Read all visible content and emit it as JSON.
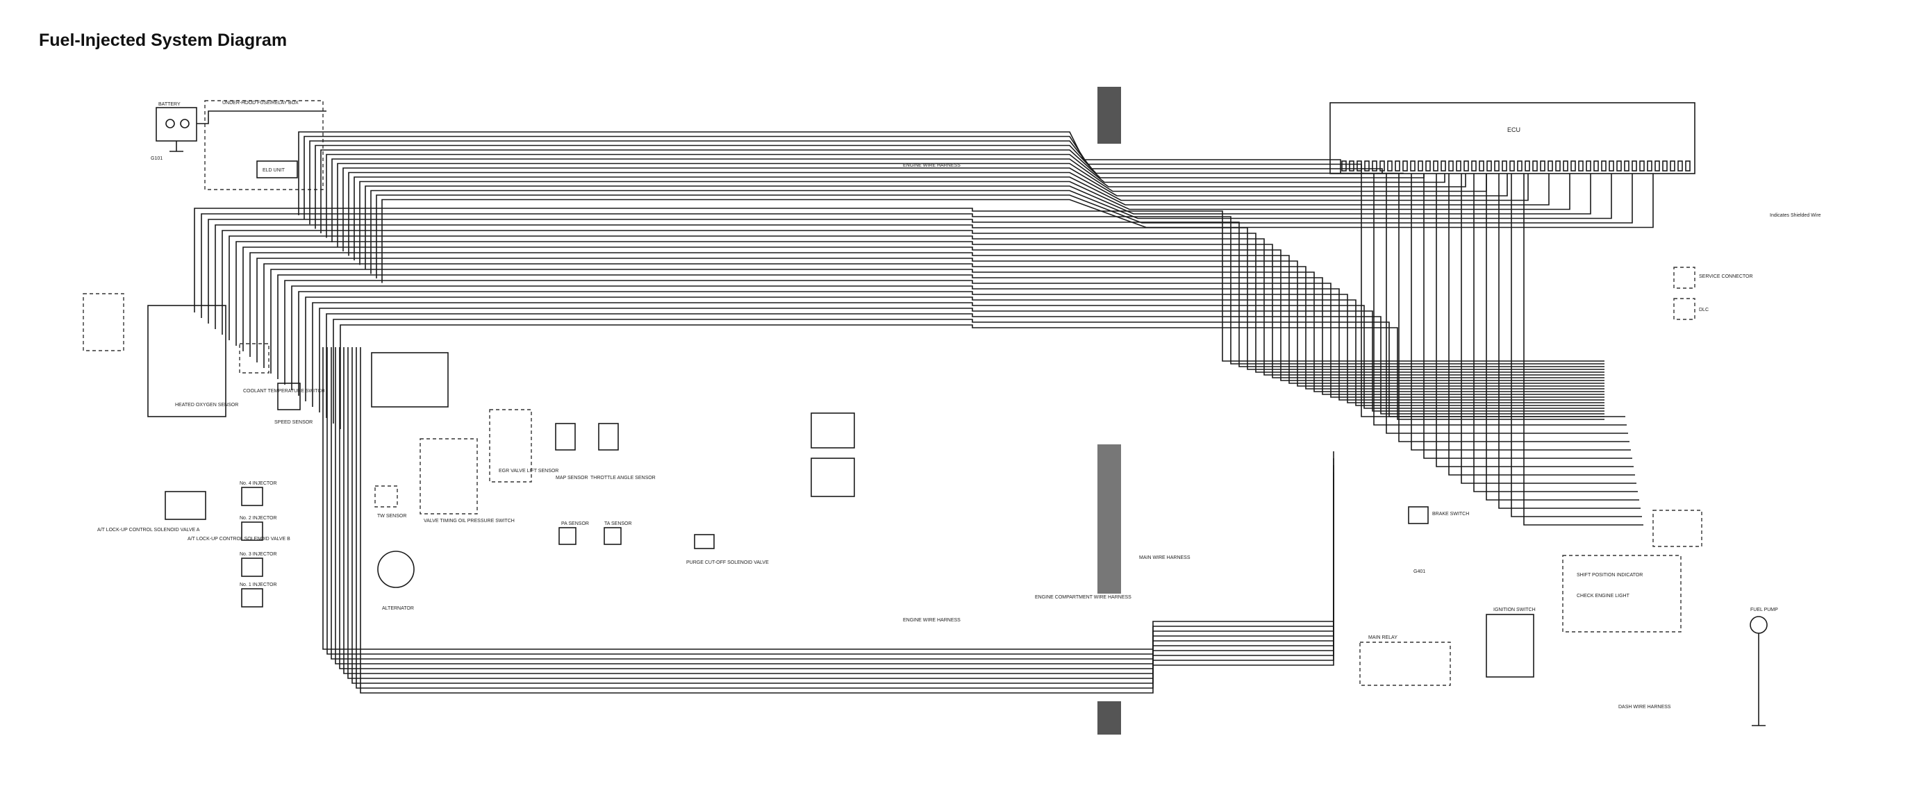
{
  "title": "Fuel-Injected System Diagram",
  "labels": {
    "ecu": "ECU",
    "battery": "BATTERY",
    "under_hood_box": "UNDER-HOOD FUSE/RELAY BOX",
    "elr_unit": "ELD UNIT",
    "alternator": "ALTERNATOR",
    "coolant_switch": "COOLANT TEMPERATURE SWITCH",
    "speed_sensor": "SPEED SENSOR",
    "heated_oxygen": "HEATED OXYGEN SENSOR",
    "map_sensor": "MAP SENSOR",
    "throttle_sensor": "THROTTLE ANGLE SENSOR",
    "ta_sensor": "TA SENSOR",
    "pa_sensor": "PA SENSOR",
    "tw_sensor": "TW SENSOR",
    "egr_lift": "EGR VALVE LIFT SENSOR",
    "vtec_switch": "VALVE TIMING OIL PRESSURE SWITCH",
    "purge_valve": "PURGE CUT-OFF SOLENOID VALVE",
    "main_relay": "MAIN RELAY",
    "fuel_pump": "FUEL PUMP",
    "ignition_switch": "IGNITION SWITCH",
    "service_connector": "SERVICE CONNECTOR",
    "dlc": "DLC",
    "brake_switch": "BRAKE SWITCH",
    "shift_indicator": "SHIFT POSITION INDICATOR",
    "check_engine": "CHECK ENGINE LIGHT",
    "engine_harness": "ENGINE WIRE HARNESS",
    "main_harness": "MAIN WIRE HARNESS",
    "compartment_harness": "ENGINE COMPARTMENT WIRE HARNESS",
    "dash_harness": "DASH WIRE HARNESS",
    "injector_1": "No. 1 INJECTOR",
    "injector_2": "No. 2 INJECTOR",
    "injector_3": "No. 3 INJECTOR",
    "injector_4": "No. 4 INJECTOR",
    "lockup_valve_a": "A/T LOCK-UP CONTROL SOLENOID VALVE A",
    "lockup_valve_b": "A/T LOCK-UP CONTROL SOLENOID VALVE B",
    "g101": "G101",
    "g401": "G401",
    "shielded_legend": "Indicates Shielded Wire"
  },
  "colors": {
    "ink": "#1a1a1a",
    "paper": "#ffffff",
    "shade": "#555555"
  }
}
